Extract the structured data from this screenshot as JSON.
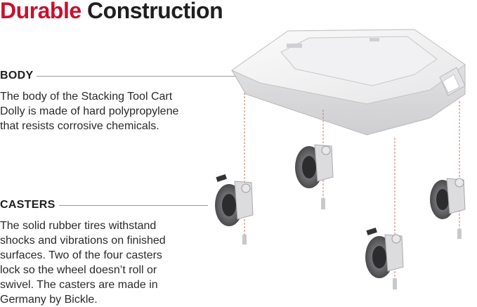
{
  "heading": {
    "accent_word": "Durable",
    "rest": "Construction"
  },
  "body_section": {
    "label": "BODY",
    "lines": [
      "The body of the Stacking Tool Cart",
      "Dolly is made of hard polypropylene",
      "that resists corrosive chemicals."
    ]
  },
  "casters_section": {
    "label": "CASTERS",
    "lines": [
      "The solid rubber tires withstand",
      "shocks and vibrations on finished",
      "surfaces. Two of the four casters",
      "lock so the wheel doesn’t roll or",
      "swivel. The casters are made in",
      "Germany by Bickle."
    ]
  },
  "colors": {
    "accent": "#c8102e",
    "text": "#1f1f1f"
  },
  "illustration": {
    "subject": "cart-dolly-exploded-view"
  }
}
